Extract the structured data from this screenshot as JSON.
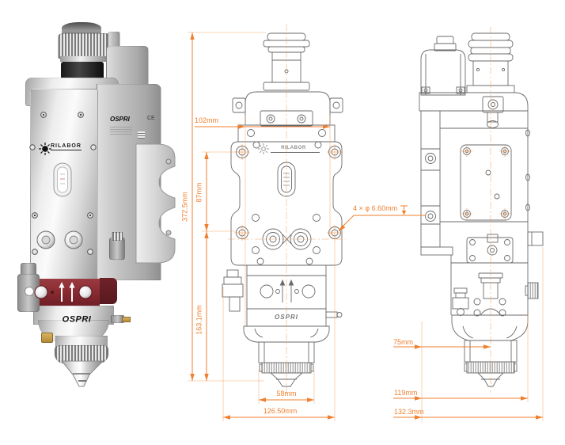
{
  "colors": {
    "dimension_accent": "#F07F2E",
    "red_band": "#8D2E34",
    "line_art": "#6A6A6A"
  },
  "photo": {
    "front_brand": "RILABOR",
    "side_brand": "OSPRI",
    "ce_mark": "CE",
    "bottom_brand": "OSPRI"
  },
  "front_view": {
    "brand": "RILABOR",
    "logo": "OSPRI",
    "dims": {
      "top_width": "102mm",
      "total_height": "372.5mm",
      "upper_height": "87mm",
      "lower_height": "163.1mm",
      "nozzle_width": "58mm",
      "total_width": "126.50mm",
      "hole_callout": "4 × φ 6.60mm"
    }
  },
  "side_view": {
    "dims": {
      "center_offset": "75mm",
      "body_width": "119mm",
      "total_width": "132.3mm"
    }
  }
}
